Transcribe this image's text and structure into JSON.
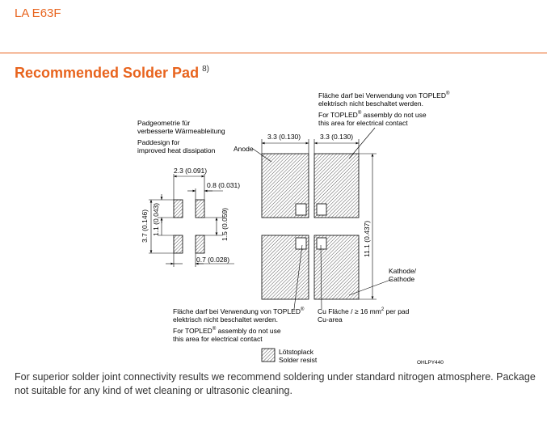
{
  "header": {
    "product": "LA E63F",
    "section_title": "Recommended Solder Pad",
    "section_ref": "8)"
  },
  "drawing": {
    "labels": {
      "padgeo_1": "Padgeometrie für",
      "padgeo_2": "verbesserte Wärmeableitung",
      "paddesign_1": "Paddesign for",
      "paddesign_2": "improved heat dissipation",
      "anode": "Anode",
      "kathode": "Kathode/",
      "cathode": "Cathode",
      "top_de_1": "Fläche darf bei Verwendung von TOPLED",
      "top_de_2": "elektrisch nicht beschaltet werden.",
      "top_en_1": "For TOPLED",
      "top_en_2": " assembly do not use",
      "top_en_3": "this area for electrical contact",
      "bot_de_1": "Fläche darf bei Verwendung von TOPLED",
      "bot_de_2": "elektrisch nicht beschaltet werden.",
      "bot_en_1": "For TOPLED",
      "bot_en_2": " assembly do not use",
      "bot_en_3": "this area for electrical contact",
      "reg": "®",
      "cu_1a": "Cu Fläche / ≥ 16 mm",
      "cu_sup": "2",
      "cu_1b": " per pad",
      "cu_2": "Cu-area",
      "legend_1": "Lötstoplack",
      "legend_2": "Solder resist",
      "drawing_id": "OHLPY440"
    },
    "dimensions": {
      "d_2_3": "2.3 (0.091)",
      "d_0_8": "0.8 (0.031)",
      "d_3_7": "3.7 (0.146)",
      "d_1_1": "1.1 (0.043)",
      "d_1_5": "1.5 (0.059)",
      "d_0_7": "0.7 (0.028)",
      "d_3_3_left": "3.3 (0.130)",
      "d_3_3_right": "3.3 (0.130)",
      "d_11_1": "11.1 (0.437)"
    }
  },
  "footer": {
    "note": "For superior solder joint connectivity results we recommend soldering under standard nitrogen atmosphere. Package not suitable for any kind of wet cleaning or ultrasonic cleaning."
  },
  "colors": {
    "accent": "#e8641e"
  }
}
